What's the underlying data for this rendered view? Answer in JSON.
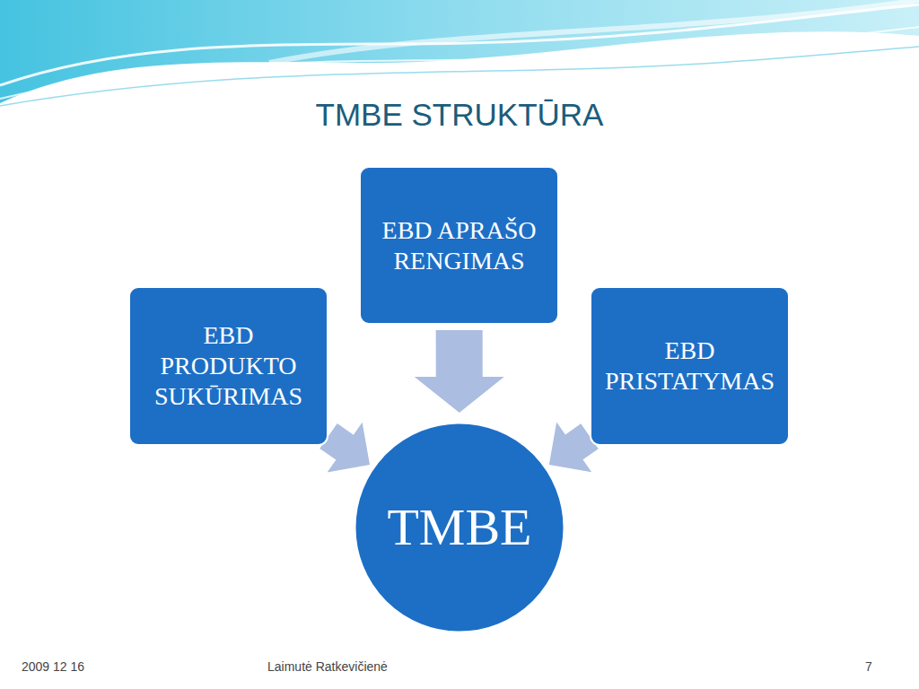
{
  "diagram": {
    "title": "TMBE STRUKTŪRA",
    "nodes": [
      {
        "text": [
          "EBD APRAŠO RENGIMAS"
        ]
      },
      {
        "text": [
          "EBD PRODUKTO SUKŪRIMAS"
        ]
      },
      {
        "text": [
          "EBD PRISTATYMAS"
        ]
      },
      {
        "text": [
          "TMBE"
        ]
      }
    ],
    "edges": [
      {
        "from": 0,
        "to": 3,
        "arrow": "to"
      },
      {
        "from": 1,
        "to": 3,
        "arrow": "to"
      },
      {
        "from": 2,
        "to": 3,
        "arrow": "to"
      }
    ],
    "labels": [
      "2009 12 16",
      "Laimutė Ratkevičienė",
      "7"
    ]
  }
}
